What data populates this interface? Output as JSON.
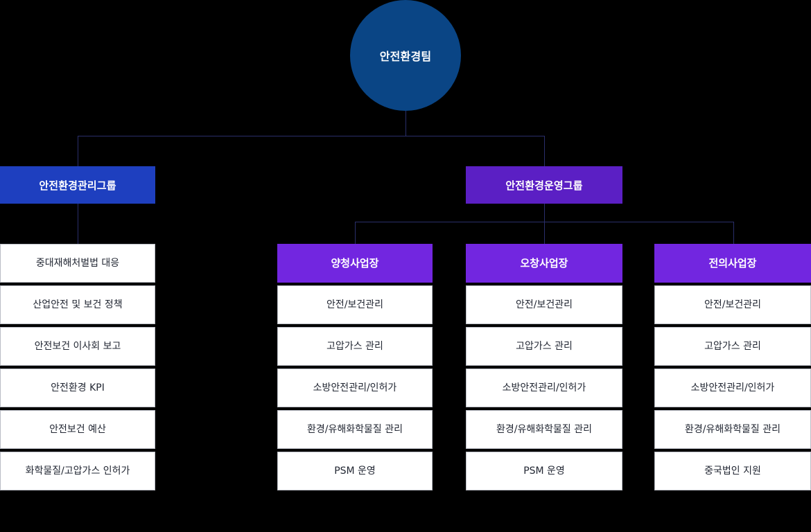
{
  "colors": {
    "background": "#000000",
    "root_circle": "#0a4585",
    "group_management": "#1e3fbf",
    "group_operation": "#5b1fc4",
    "site_header": "#7226e0",
    "connector_line": "#2a2f6b",
    "cell_background": "#ffffff",
    "cell_border": "#b9bcc4",
    "cell_text": "#222733",
    "header_text": "#ffffff"
  },
  "root": {
    "label": "안전환경팀"
  },
  "groups": [
    {
      "id": "management",
      "label": "안전환경관리그룹",
      "color_key": "group_management"
    },
    {
      "id": "operation",
      "label": "안전환경운영그룹",
      "color_key": "group_operation"
    }
  ],
  "columns": [
    {
      "id": "management-tasks",
      "header": null,
      "items": [
        "중대재해처벌법 대응",
        "산업안전 및 보건 정책",
        "안전보건 이사회 보고",
        "안전환경 KPI",
        "안전보건 예산",
        "화학물질/고압가스 인허가"
      ]
    },
    {
      "id": "yangcheong",
      "header": "양청사업장",
      "items": [
        "안전/보건관리",
        "고압가스 관리",
        "소방안전관리/인허가",
        "환경/유해화학물질 관리",
        "PSM 운영"
      ]
    },
    {
      "id": "ochang",
      "header": "오창사업장",
      "items": [
        "안전/보건관리",
        "고압가스 관리",
        "소방안전관리/인허가",
        "환경/유해화학물질 관리",
        "PSM 운영"
      ]
    },
    {
      "id": "jeonui",
      "header": "전의사업장",
      "items": [
        "안전/보건관리",
        "고압가스 관리",
        "소방안전관리/인허가",
        "환경/유해화학물질 관리",
        "중국법인 지원"
      ]
    }
  ]
}
